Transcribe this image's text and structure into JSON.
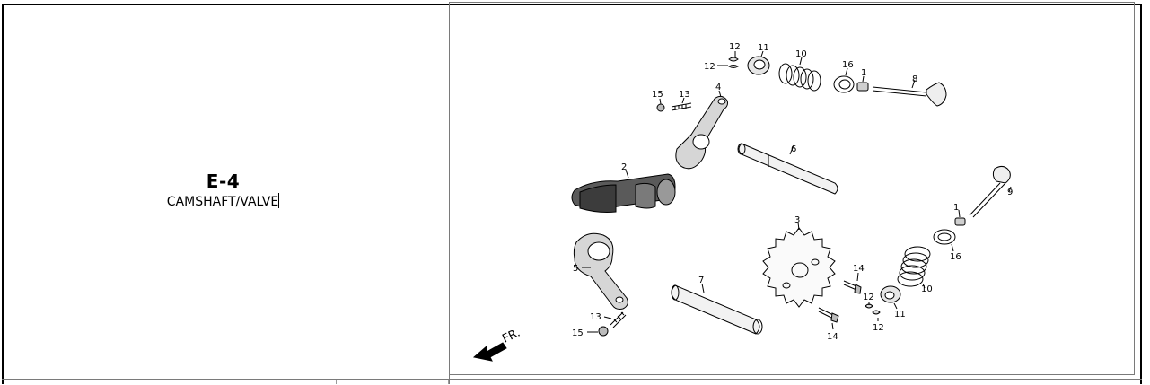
{
  "section": {
    "code": "E-4",
    "title": "CAMSHAFT/VALVE"
  },
  "diagram": {
    "callouts": {
      "c12a": "12",
      "c12b": "12",
      "c11a": "11",
      "c10a": "10",
      "c16a": "16",
      "c1a": "1",
      "c8": "8",
      "c15a": "15",
      "c13a": "13",
      "c4": "4",
      "c6": "6",
      "c2": "2",
      "c9": "9",
      "c1b": "1",
      "c3": "3",
      "c16b": "16",
      "c14a": "14",
      "c5": "5",
      "c7": "7",
      "c10b": "10",
      "c12c": "12",
      "c11b": "11",
      "c13b": "13",
      "c15b": "15",
      "c14b": "14",
      "c12d": "12"
    },
    "direction_label": "FR."
  }
}
